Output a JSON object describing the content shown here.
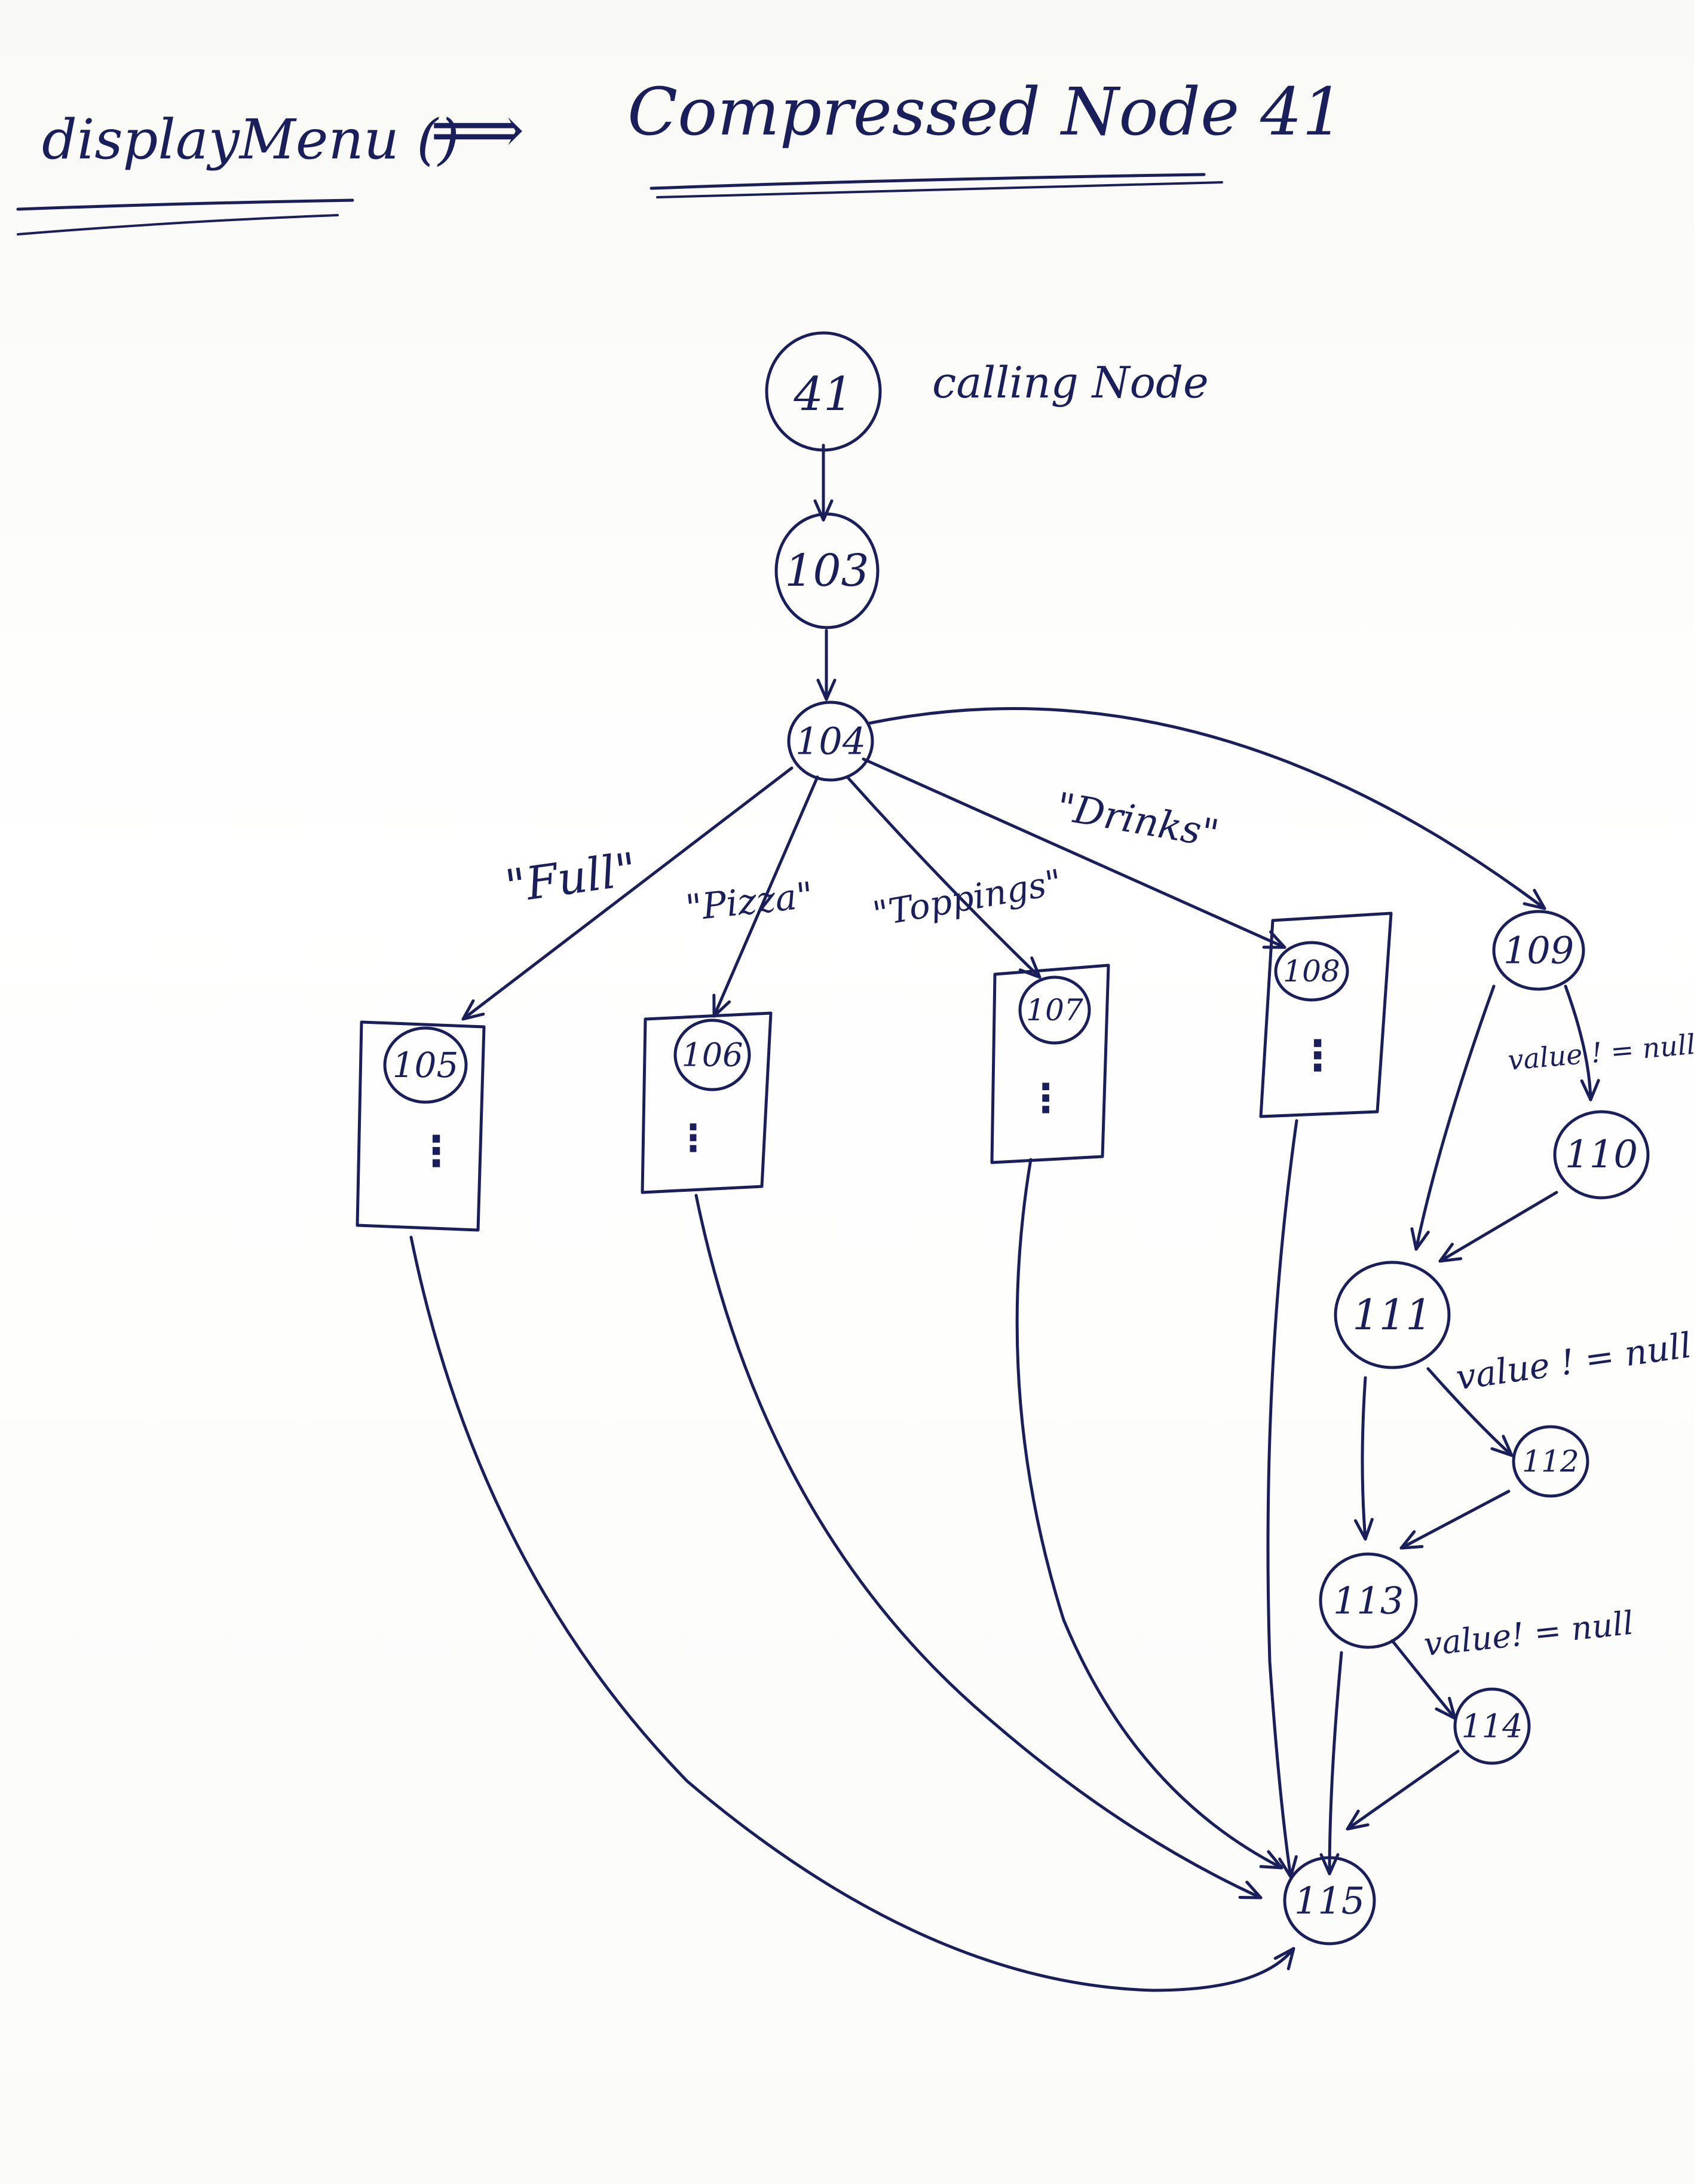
{
  "header": {
    "function_name": "displayMenu ()",
    "arrow": "⟹",
    "subtitle": "Compressed Node 41"
  },
  "diagram": {
    "calling_node_note": "calling Node",
    "nodes": [
      {
        "id": "41",
        "label": "41"
      },
      {
        "id": "103",
        "label": "103"
      },
      {
        "id": "104",
        "label": "104"
      },
      {
        "id": "105",
        "label": "105"
      },
      {
        "id": "106",
        "label": "106"
      },
      {
        "id": "107",
        "label": "107"
      },
      {
        "id": "108",
        "label": "108"
      },
      {
        "id": "109",
        "label": "109"
      },
      {
        "id": "110",
        "label": "110"
      },
      {
        "id": "111",
        "label": "111"
      },
      {
        "id": "112",
        "label": "112"
      },
      {
        "id": "113",
        "label": "113"
      },
      {
        "id": "114",
        "label": "114"
      },
      {
        "id": "115",
        "label": "115"
      }
    ],
    "edge_labels": {
      "full": "\"Full\"",
      "pizza": "\"Pizza\"",
      "toppings": "\"Toppings\"",
      "drinks": "\"Drinks\"",
      "cond_109_110": "value ! = null",
      "cond_111_112": "value ! = null",
      "cond_113_114": "value! = null"
    },
    "block_continuation": "⋮",
    "ink_color": "#1a1f5c"
  }
}
